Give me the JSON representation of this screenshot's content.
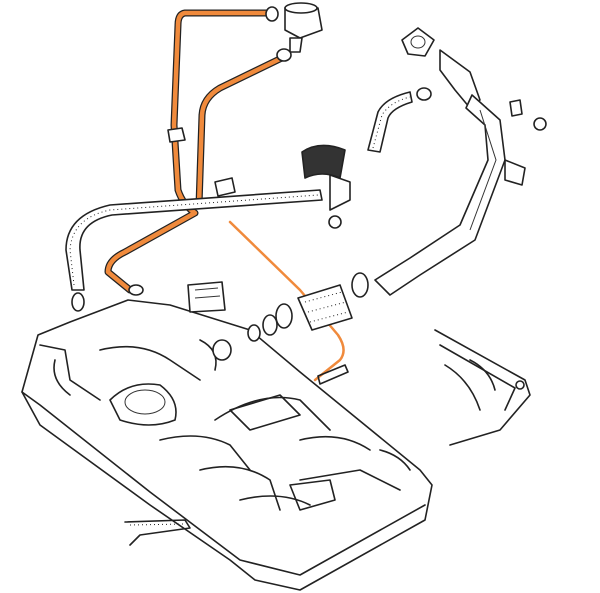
{
  "diagram": {
    "colors": {
      "highlight_hose": "#f08a3c",
      "line": "#222222",
      "background": "#ffffff"
    },
    "parts": [
      {
        "name": "fuel-tank"
      },
      {
        "name": "vent-hose-highlighted"
      },
      {
        "name": "vent-line-highlighted"
      },
      {
        "name": "breather-hose"
      },
      {
        "name": "filler-hose"
      },
      {
        "name": "filler-neck"
      },
      {
        "name": "charcoal-valve"
      },
      {
        "name": "inset-detail"
      }
    ]
  }
}
